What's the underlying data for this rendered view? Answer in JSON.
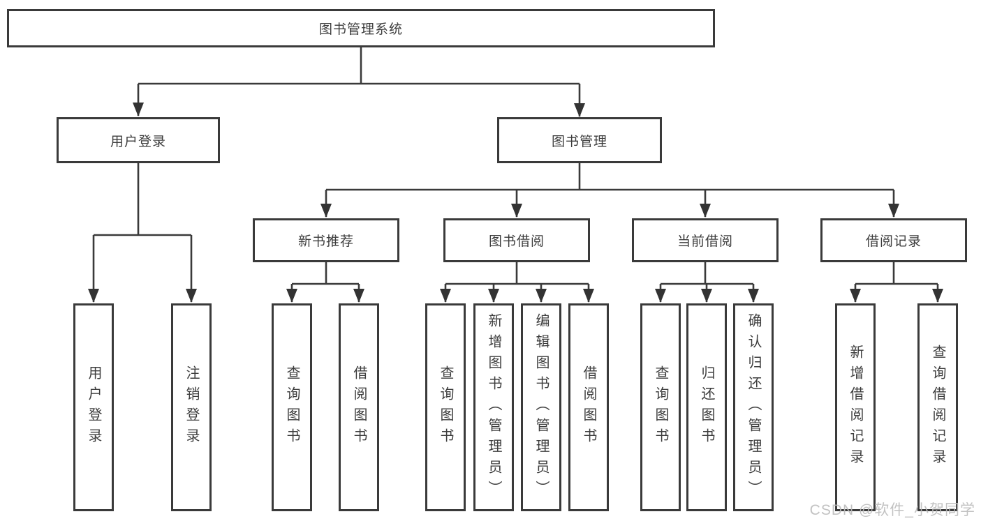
{
  "title": "图书管理系统",
  "watermark": "CSDN @软件_小贺同学",
  "colors": {
    "line": "#3a3a3a",
    "arrow": "#333333",
    "text": "#3d3d3d",
    "watermark": "#bcbcbc",
    "background": "#ffffff"
  },
  "branches": {
    "user_login": {
      "label": "用户登录",
      "children": [
        "用户登录",
        "注销登录"
      ]
    },
    "book_management": {
      "label": "图书管理",
      "children": {
        "new_book_recommend": {
          "label": "新书推荐",
          "children": [
            "查询图书",
            "借阅图书"
          ]
        },
        "book_borrow": {
          "label": "图书借阅",
          "children": [
            "查询图书",
            "新增图书（管理员）",
            "编辑图书（管理员）",
            "借阅图书"
          ]
        },
        "current_borrow": {
          "label": "当前借阅",
          "children": [
            "查询图书",
            "归还图书",
            "确认归还（管理员）"
          ]
        },
        "borrow_records": {
          "label": "借阅记录",
          "children": [
            "新增借阅记录",
            "查询借阅记录"
          ]
        }
      }
    }
  }
}
